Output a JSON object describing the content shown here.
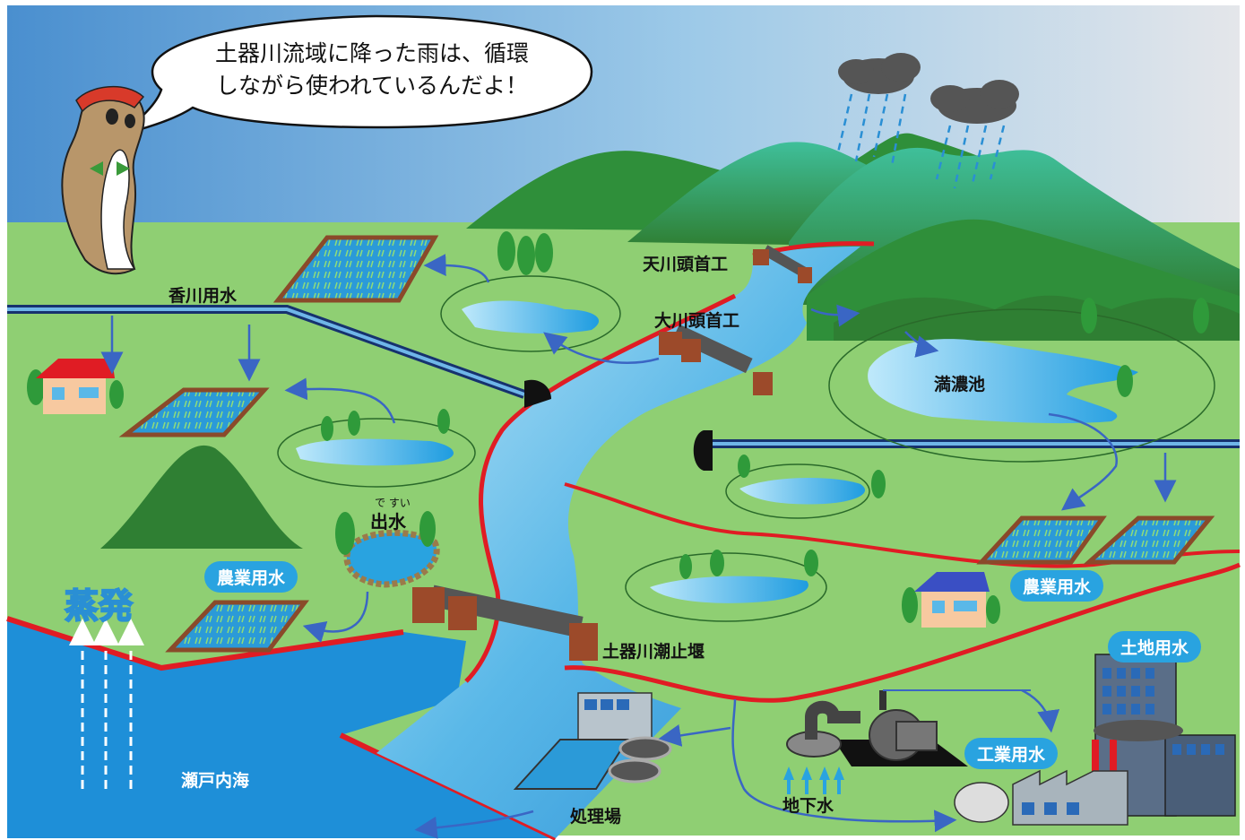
{
  "speech_bubble": {
    "line1": "土器川流域に降った雨は、循環",
    "line2": "しながら使われているんだよ！"
  },
  "labels": {
    "kagawa_yosui": "香川用水",
    "tenkawa_toshuko": "天川頭首工",
    "okawa_toshuko": "大川頭首工",
    "mannoike": "満濃池",
    "desui": "出水",
    "desui_ruby": "で すい",
    "dokigawa_seki": "土器川潮止堰",
    "setonaikai": "瀬戸内海",
    "shorijo": "処理場",
    "chikasui": "地下水"
  },
  "badges": {
    "nogyo_left": "農業用水",
    "nogyo_right": "農業用水",
    "tochi_yosui": "土地用水",
    "kogyo_yosui": "工業用水"
  },
  "evaporation": "蒸発",
  "colors": {
    "sky_top": "#4a8fcf",
    "sky_bottom": "#dfe6ee",
    "land": "#8fcf73",
    "river": "#5ab8e8",
    "sea": "#1e8fd8",
    "bank_red": "#e01c24",
    "mountain": "#3f9a3e",
    "badge": "#29a3e0",
    "arrow": "#3a66c4"
  }
}
